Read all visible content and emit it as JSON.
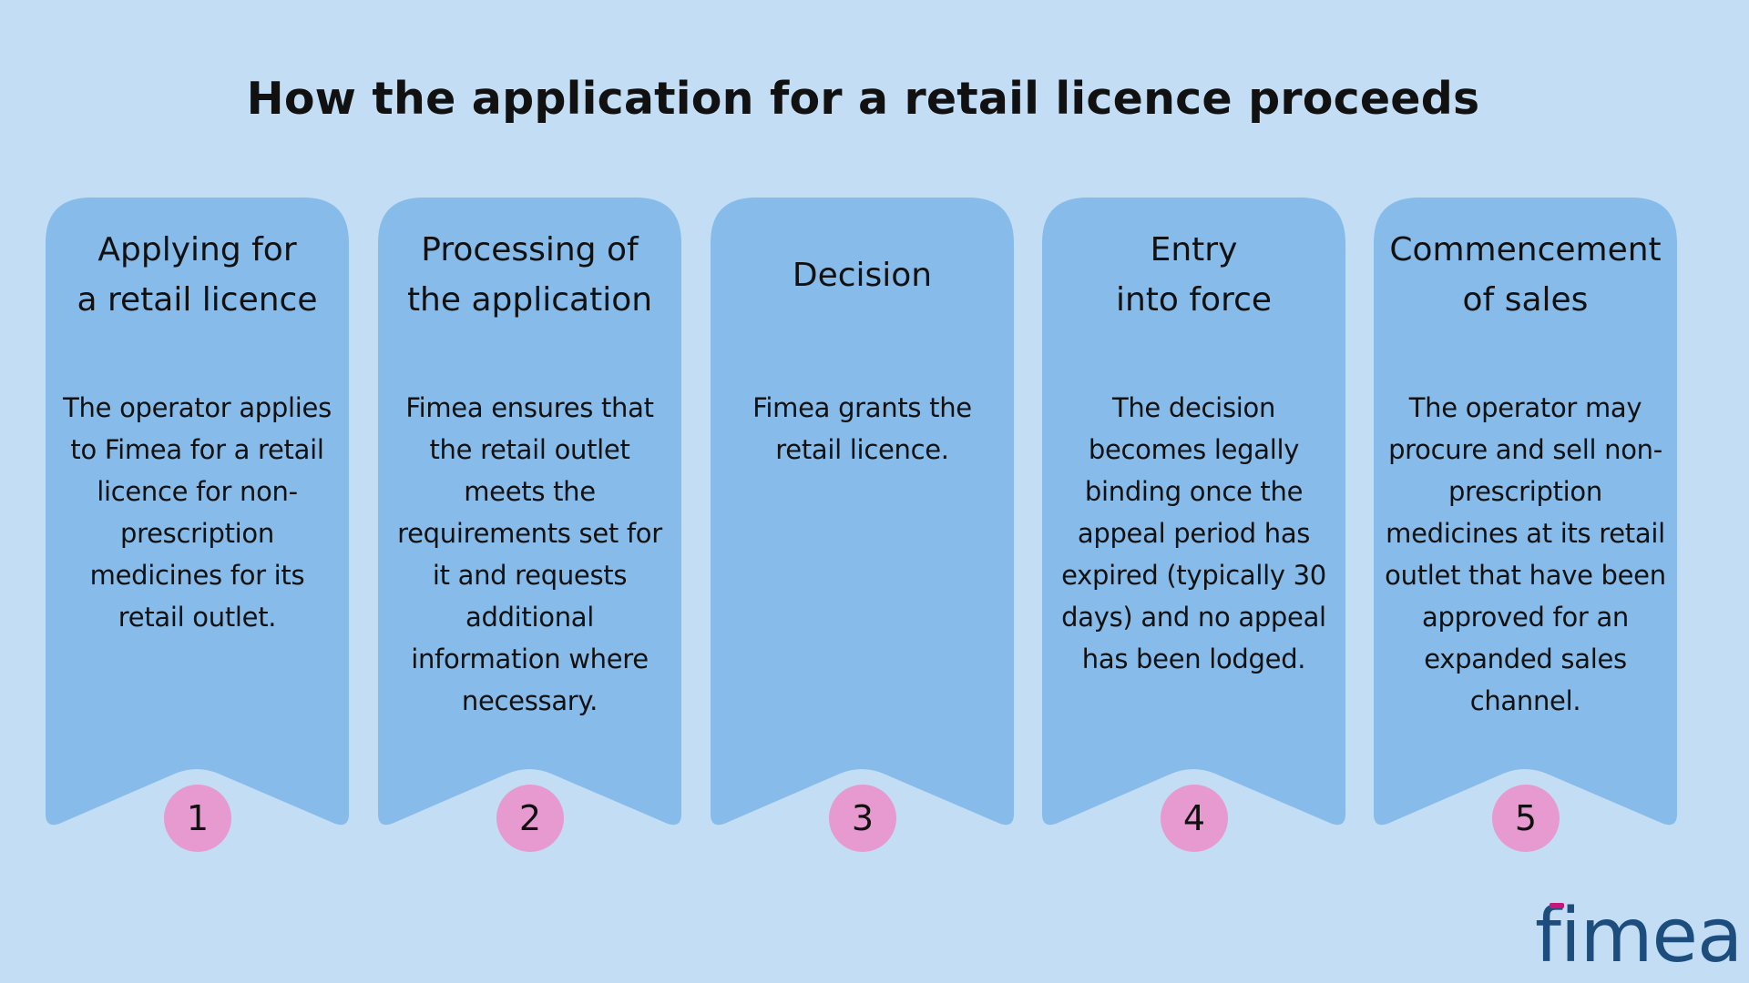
{
  "title": "How the application for a retail licence proceeds",
  "colors": {
    "background": "#c2ddf4",
    "card": "#86bbea",
    "number_circle": "#e79ad0",
    "logo_text": "#1d4d7c",
    "logo_accent": "#c8157a"
  },
  "steps": [
    {
      "number": "1",
      "title": "Applying for\n a retail licence",
      "body": "The operator applies to Fimea for a retail licence for non-prescription medicines for its retail outlet."
    },
    {
      "number": "2",
      "title": "Processing of\n the application",
      "body": "Fimea ensures that the retail outlet meets the requirements set for it and requests additional information where necessary."
    },
    {
      "number": "3",
      "title": "Decision",
      "body": "Fimea grants the retail licence."
    },
    {
      "number": "4",
      "title": "Entry\n into force",
      "body": "The decision becomes legally binding once the appeal period has expired (typically 30 days) and no appeal has been lodged."
    },
    {
      "number": "5",
      "title": "Commencement\n of sales",
      "body": "The operator may procure and sell non-prescription medicines at its retail outlet that have been approved for an expanded sales channel."
    }
  ],
  "logo": {
    "text": "fimea",
    "icon": "fimea-logo"
  }
}
